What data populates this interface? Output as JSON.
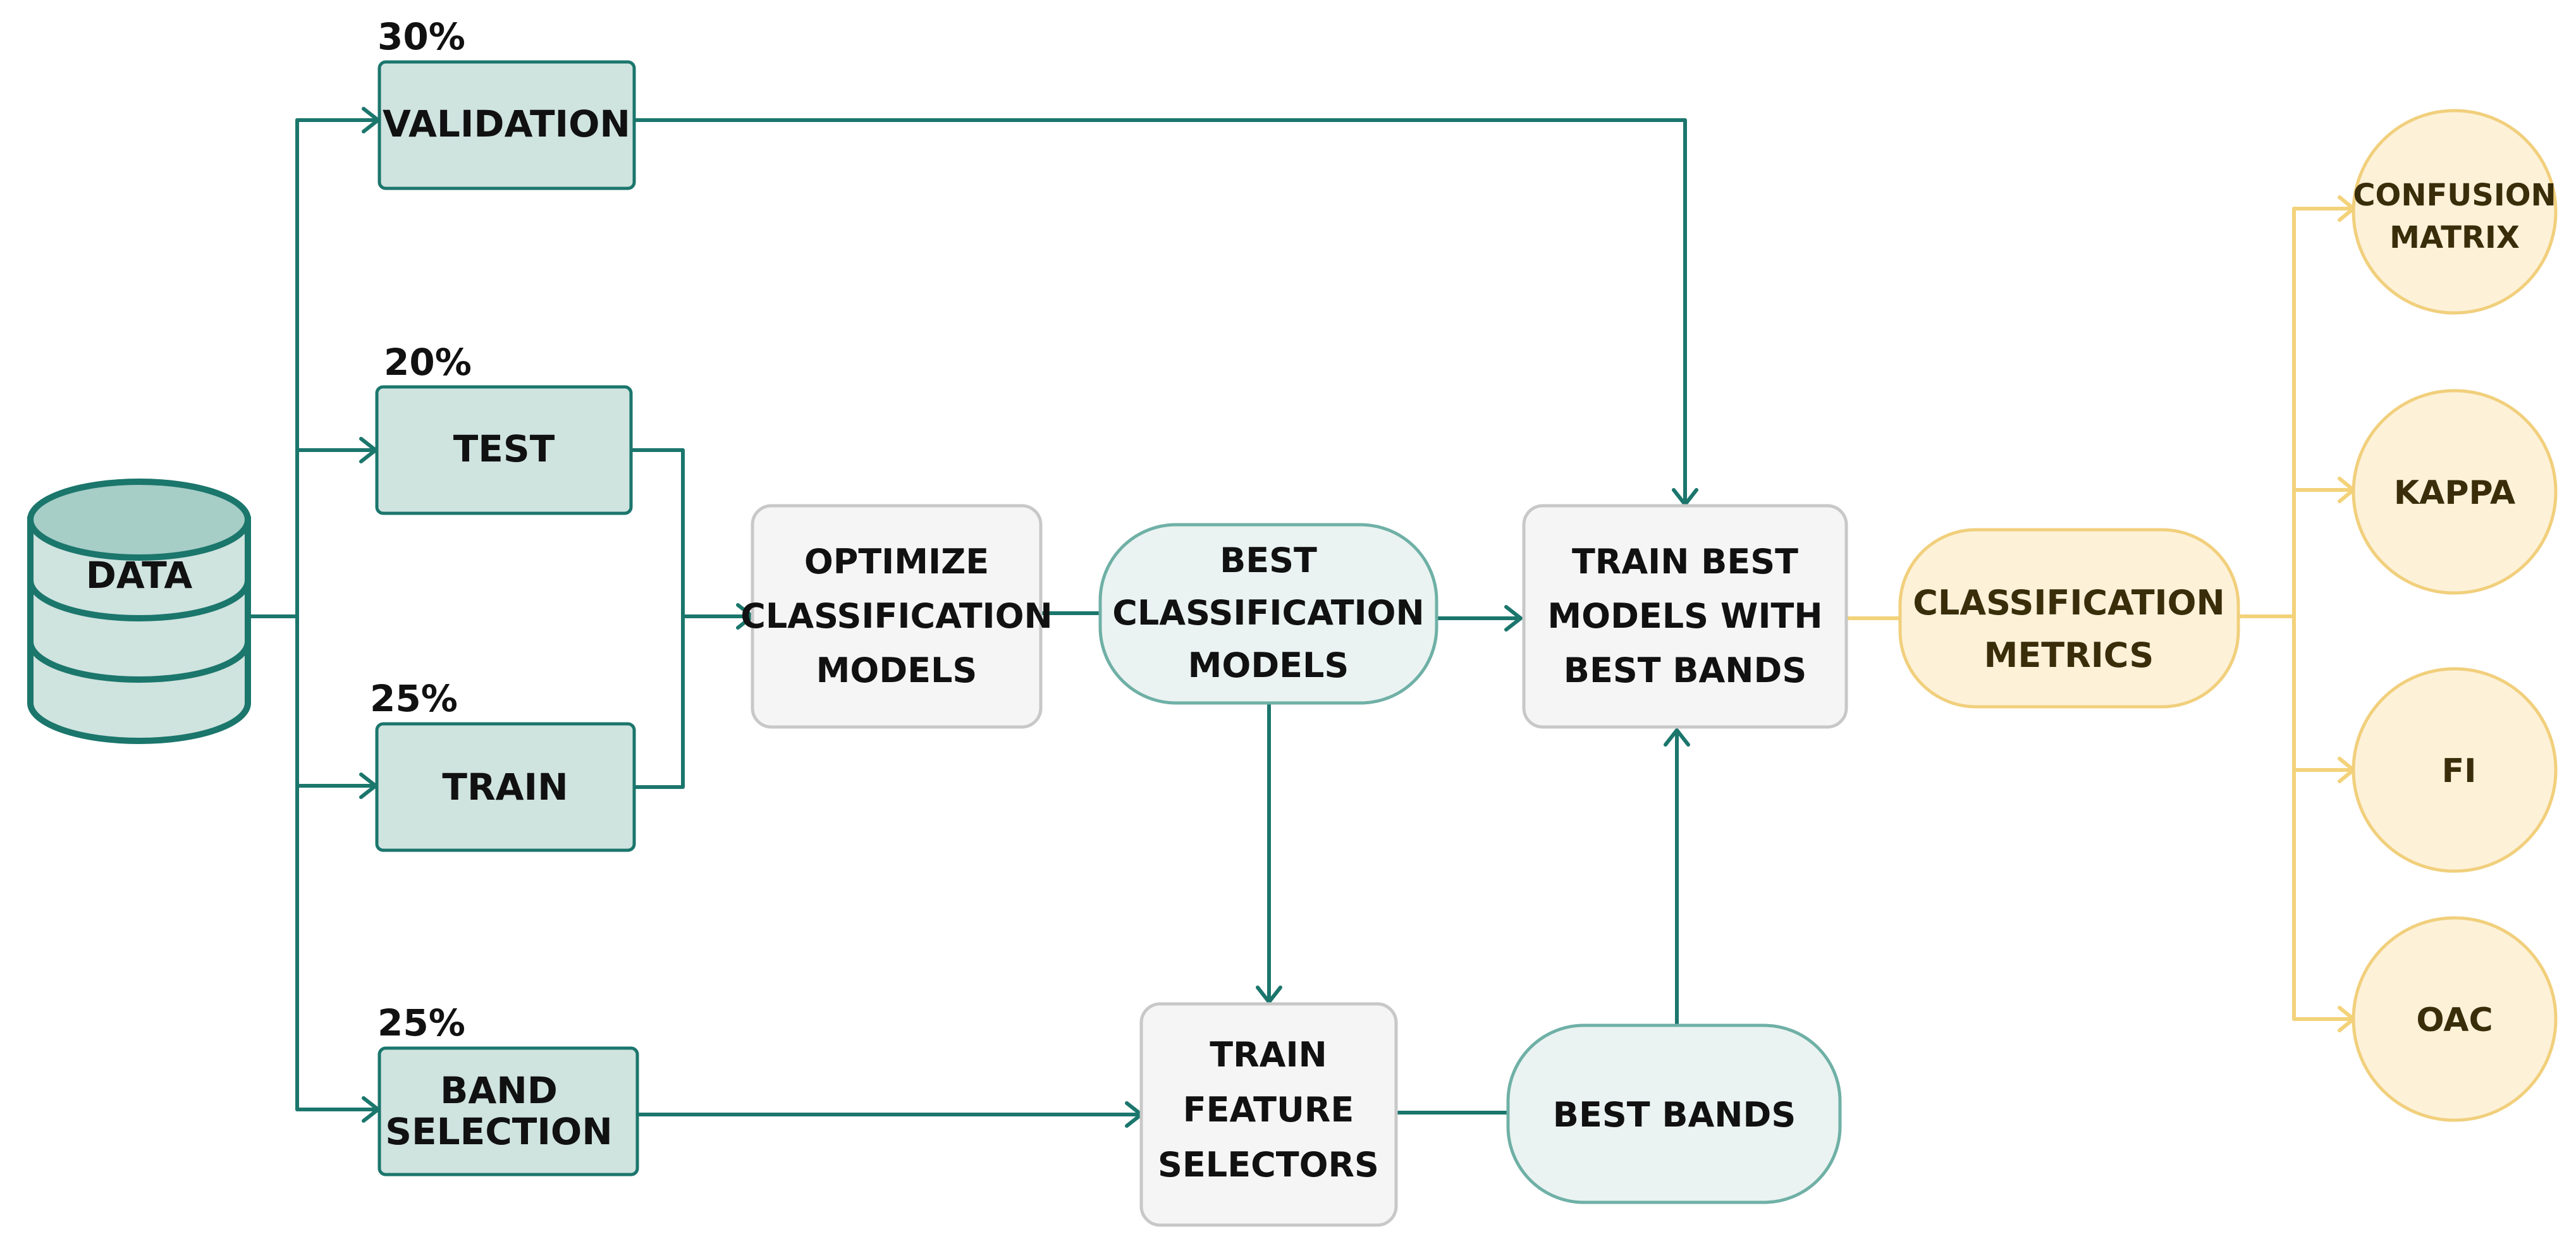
{
  "colors": {
    "teal": "#1b766c",
    "teal_fill": "#cfe3df",
    "light_teal_fill": "#eaf3f1",
    "light_teal_stroke": "#6fb0a6",
    "gray_fill": "#f5f5f5",
    "gray_stroke": "#c8c8c8",
    "yellow_line": "#f3d27a",
    "yellow_fill": "#fdf1d8",
    "yellow_stroke": "#f1cf7c",
    "text_dark": "#111111",
    "text_brown": "#3a2d0a"
  },
  "diagram": {
    "data": {
      "label": "DATA"
    },
    "splits": {
      "validation": {
        "label": "VALIDATION",
        "percent": "30%"
      },
      "test": {
        "label": "TEST",
        "percent": "20%"
      },
      "train": {
        "label": "TRAIN",
        "percent": "25%"
      },
      "band_selection": {
        "label_1": "BAND",
        "label_2": "SELECTION",
        "percent": "25%"
      }
    },
    "optimize": {
      "line_1": "OPTIMIZE",
      "line_2": "CLASSIFICATION",
      "line_3": "MODELS"
    },
    "best_models": {
      "line_1": "BEST",
      "line_2": "CLASSIFICATION",
      "line_3": "MODELS"
    },
    "train_feature_selectors": {
      "line_1": "TRAIN",
      "line_2": "FEATURE",
      "line_3": "SELECTORS"
    },
    "best_bands": {
      "label": "BEST BANDS"
    },
    "train_best_models": {
      "line_1": "TRAIN BEST",
      "line_2": "MODELS WITH",
      "line_3": "BEST BANDS"
    },
    "classification_metrics": {
      "line_1": "CLASSIFICATION",
      "line_2": "METRICS"
    },
    "metrics": {
      "confusion_matrix": {
        "line_1": "CONFUSION",
        "line_2": "MATRIX"
      },
      "kappa": {
        "label": "KAPPA"
      },
      "f1": {
        "label": "FI"
      },
      "oac": {
        "label": "OAC"
      }
    }
  }
}
